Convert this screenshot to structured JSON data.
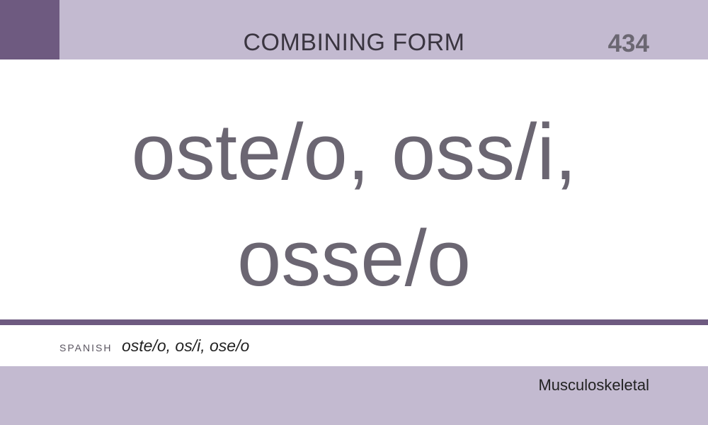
{
  "header": {
    "title": "COMBINING FORM",
    "card_number": "434"
  },
  "term": {
    "line1": "oste/o, oss/i,",
    "line2": "osse/o"
  },
  "translation": {
    "language": "SPANISH",
    "text": "oste/o, os/i, ose/o"
  },
  "footer": {
    "category": "Musculoskeletal"
  },
  "colors": {
    "band": "#c3bad0",
    "accent": "#6e5a80",
    "term_text": "#6b6672"
  }
}
